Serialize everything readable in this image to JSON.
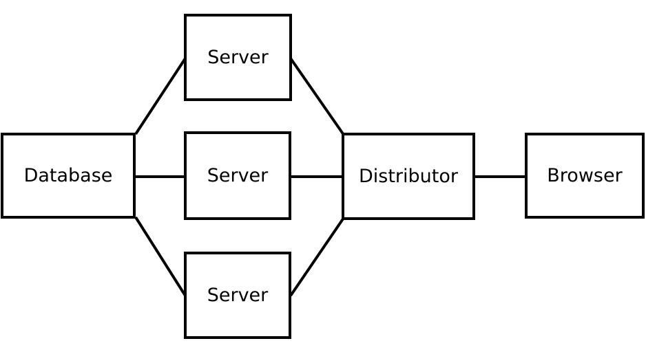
{
  "diagram": {
    "background_color": "#ffffff",
    "stroke_color": "#000000",
    "text_color": "#000000",
    "nodes": {
      "database": {
        "label": "Database"
      },
      "server_top": {
        "label": "Server"
      },
      "server_middle": {
        "label": "Server"
      },
      "server_bottom": {
        "label": "Server"
      },
      "distributor": {
        "label": "Distributor"
      },
      "browser": {
        "label": "Browser"
      }
    },
    "edges": [
      {
        "from": "database",
        "to": "server_top"
      },
      {
        "from": "database",
        "to": "server_middle"
      },
      {
        "from": "database",
        "to": "server_bottom"
      },
      {
        "from": "server_top",
        "to": "distributor"
      },
      {
        "from": "server_middle",
        "to": "distributor"
      },
      {
        "from": "server_bottom",
        "to": "distributor"
      },
      {
        "from": "distributor",
        "to": "browser"
      }
    ]
  }
}
